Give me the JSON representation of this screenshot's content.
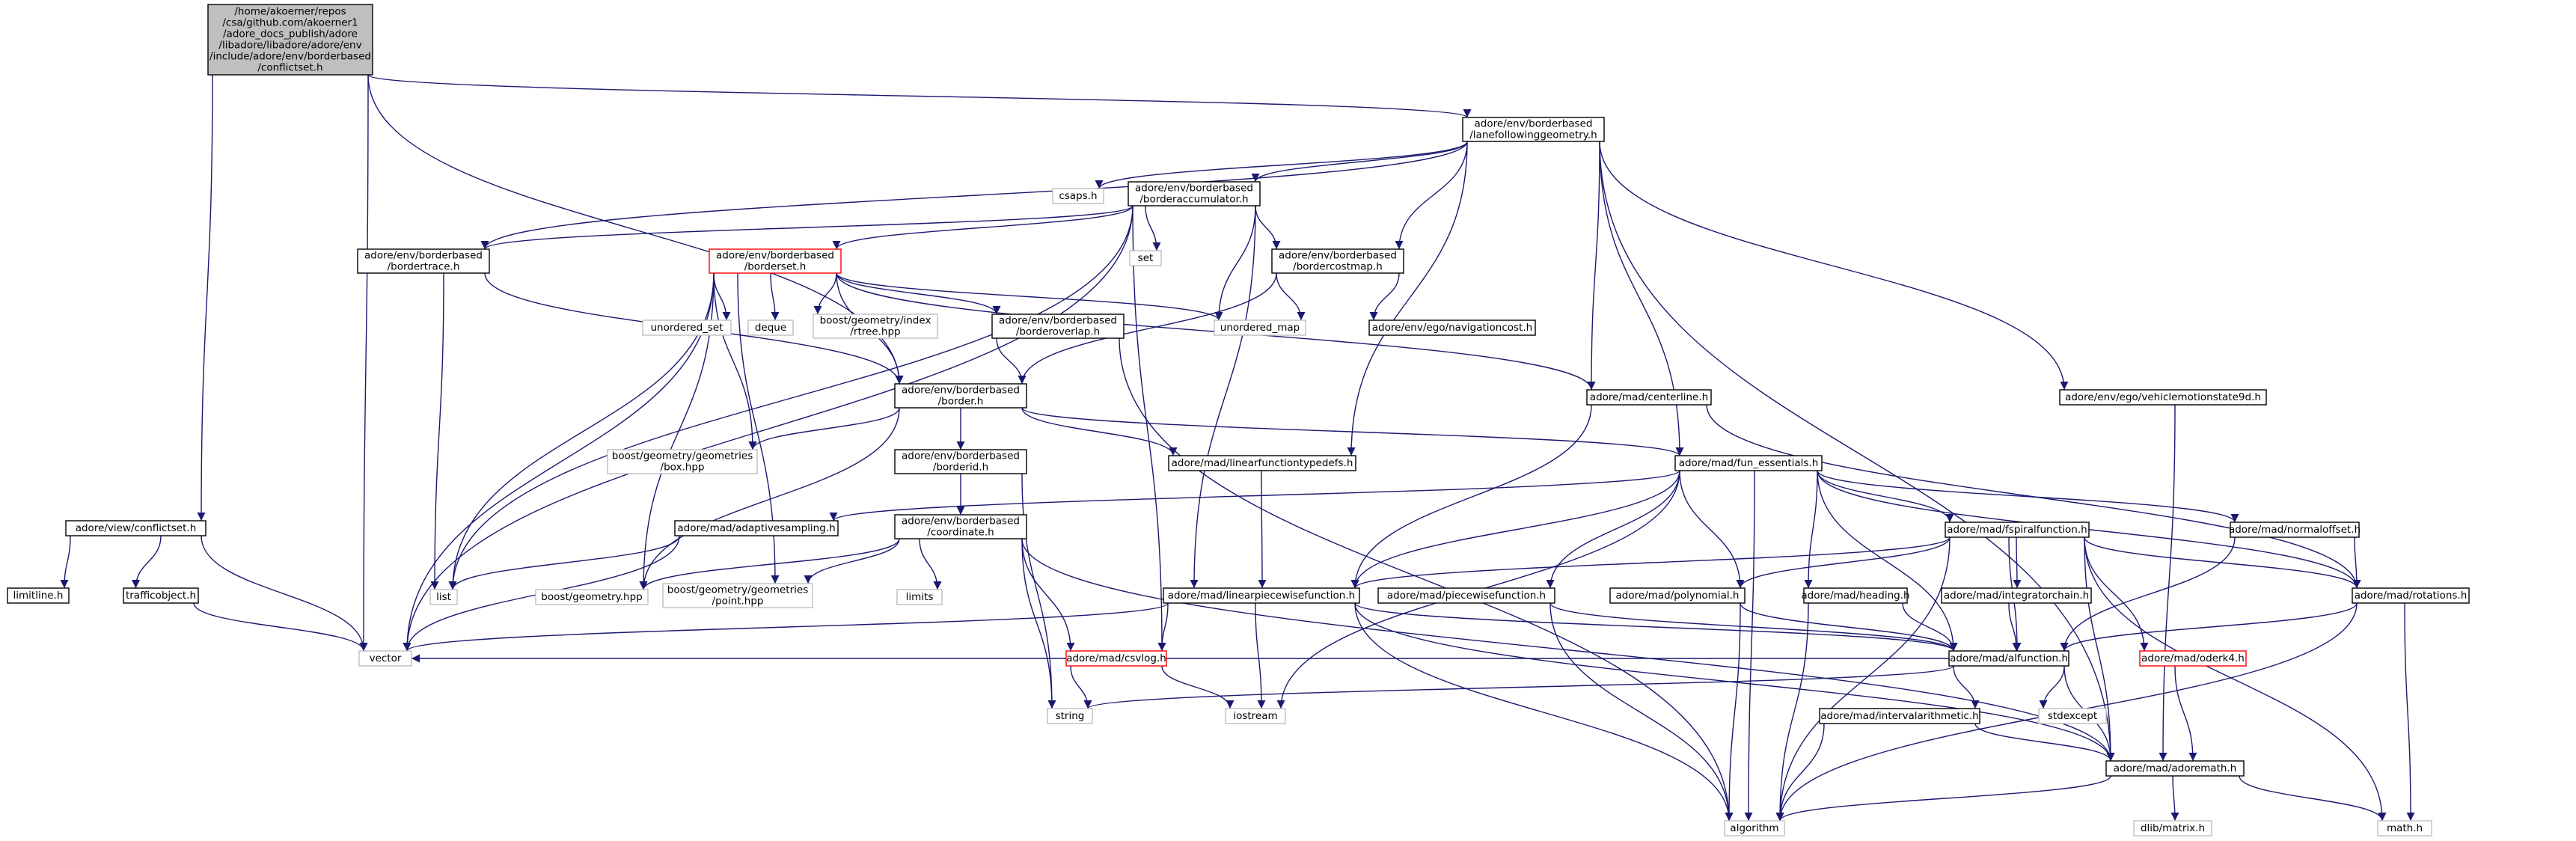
{
  "diagram": {
    "root": {
      "lines": [
        "/home/akoerner/repos",
        "/csa/github.com/akoerner1",
        "/adore_docs_publish/adore",
        "/libadore/libadore/adore/env",
        "/include/adore/env/borderbased",
        "/conflictset.h"
      ]
    },
    "nodes": {
      "lanefollowing": {
        "lines": [
          "adore/env/borderbased",
          "/lanefollowinggeometry.h"
        ]
      },
      "conflictset_view": {
        "lines": [
          "adore/view/conflictset.h"
        ]
      },
      "limitline": {
        "lines": [
          "limitline.h"
        ]
      },
      "trafficobject": {
        "lines": [
          "trafficobject.h"
        ]
      },
      "vector": {
        "lines": [
          "vector"
        ]
      },
      "csaps": {
        "lines": [
          "csaps.h"
        ]
      },
      "borderaccumulator": {
        "lines": [
          "adore/env/borderbased",
          "/borderaccumulator.h"
        ]
      },
      "set": {
        "lines": [
          "set"
        ]
      },
      "bordertrace": {
        "lines": [
          "adore/env/borderbased",
          "/bordertrace.h"
        ]
      },
      "borderset": {
        "lines": [
          "adore/env/borderbased",
          "/borderset.h"
        ]
      },
      "bordercostmap": {
        "lines": [
          "adore/env/borderbased",
          "/bordercostmap.h"
        ]
      },
      "unordered_set": {
        "lines": [
          "unordered_set"
        ]
      },
      "deque": {
        "lines": [
          "deque"
        ]
      },
      "rtree": {
        "lines": [
          "boost/geometry/index",
          "/rtree.hpp"
        ]
      },
      "borderoverlap": {
        "lines": [
          "adore/env/borderbased",
          "/borderoverlap.h"
        ]
      },
      "unordered_map": {
        "lines": [
          "unordered_map"
        ]
      },
      "navigationcost": {
        "lines": [
          "adore/env/ego/navigationcost.h"
        ]
      },
      "border": {
        "lines": [
          "adore/env/borderbased",
          "/border.h"
        ]
      },
      "centerline": {
        "lines": [
          "adore/mad/centerline.h"
        ]
      },
      "vehiclemotionstate": {
        "lines": [
          "adore/env/ego/vehiclemotionstate9d.h"
        ]
      },
      "box": {
        "lines": [
          "boost/geometry/geometries",
          "/box.hpp"
        ]
      },
      "borderid": {
        "lines": [
          "adore/env/borderbased",
          "/borderid.h"
        ]
      },
      "lineartypedefs": {
        "lines": [
          "adore/mad/linearfunctiontypedefs.h"
        ]
      },
      "fun_essentials": {
        "lines": [
          "adore/mad/fun_essentials.h"
        ]
      },
      "list": {
        "lines": [
          "list"
        ]
      },
      "adaptivesampling": {
        "lines": [
          "adore/mad/adaptivesampling.h"
        ]
      },
      "coordinate": {
        "lines": [
          "adore/env/borderbased",
          "/coordinate.h"
        ]
      },
      "boostgeometry": {
        "lines": [
          "boost/geometry.hpp"
        ]
      },
      "point": {
        "lines": [
          "boost/geometry/geometries",
          "/point.hpp"
        ]
      },
      "limits": {
        "lines": [
          "limits"
        ]
      },
      "linearpiecewise": {
        "lines": [
          "adore/mad/linearpiecewisefunction.h"
        ]
      },
      "fspiral": {
        "lines": [
          "adore/mad/fspiralfunction.h"
        ]
      },
      "normaloffset": {
        "lines": [
          "adore/mad/normaloffset.h"
        ]
      },
      "piecewise": {
        "lines": [
          "adore/mad/piecewisefunction.h"
        ]
      },
      "polynomial": {
        "lines": [
          "adore/mad/polynomial.h"
        ]
      },
      "heading": {
        "lines": [
          "adore/mad/heading.h"
        ]
      },
      "integratorchain": {
        "lines": [
          "adore/mad/integratorchain.h"
        ]
      },
      "rotations": {
        "lines": [
          "adore/mad/rotations.h"
        ]
      },
      "csvlog": {
        "lines": [
          "adore/mad/csvlog.h"
        ]
      },
      "alfunction": {
        "lines": [
          "adore/mad/alfunction.h"
        ]
      },
      "oderk4": {
        "lines": [
          "adore/mad/oderk4.h"
        ]
      },
      "string": {
        "lines": [
          "string"
        ]
      },
      "iostream": {
        "lines": [
          "iostream"
        ]
      },
      "stdexcept": {
        "lines": [
          "stdexcept"
        ]
      },
      "intervalarith": {
        "lines": [
          "adore/mad/intervalarithmetic.h"
        ]
      },
      "adoremath": {
        "lines": [
          "adore/mad/adoremath.h"
        ]
      },
      "algorithm": {
        "lines": [
          "algorithm"
        ]
      },
      "dlibmatrix": {
        "lines": [
          "dlib/matrix.h"
        ]
      },
      "mathh": {
        "lines": [
          "math.h"
        ]
      }
    },
    "edges": [
      [
        "root",
        "lanefollowing"
      ],
      [
        "root",
        "conflictset_view"
      ],
      [
        "root",
        "vector"
      ],
      [
        "root",
        "border"
      ],
      [
        "lanefollowing",
        "csaps"
      ],
      [
        "lanefollowing",
        "borderaccumulator"
      ],
      [
        "lanefollowing",
        "bordertrace"
      ],
      [
        "lanefollowing",
        "bordercostmap"
      ],
      [
        "lanefollowing",
        "lineartypedefs"
      ],
      [
        "lanefollowing",
        "centerline"
      ],
      [
        "lanefollowing",
        "fun_essentials"
      ],
      [
        "lanefollowing",
        "vehiclemotionstate"
      ],
      [
        "lanefollowing",
        "adoremath"
      ],
      [
        "conflictset_view",
        "limitline"
      ],
      [
        "conflictset_view",
        "trafficobject"
      ],
      [
        "conflictset_view",
        "vector"
      ],
      [
        "trafficobject",
        "vector"
      ],
      [
        "borderaccumulator",
        "set"
      ],
      [
        "borderaccumulator",
        "bordertrace"
      ],
      [
        "borderaccumulator",
        "borderset"
      ],
      [
        "borderaccumulator",
        "bordercostmap"
      ],
      [
        "borderaccumulator",
        "unordered_map"
      ],
      [
        "borderaccumulator",
        "list"
      ],
      [
        "borderaccumulator",
        "vector"
      ],
      [
        "borderaccumulator",
        "csvlog"
      ],
      [
        "borderaccumulator",
        "linearpiecewise"
      ],
      [
        "bordertrace",
        "border"
      ],
      [
        "bordertrace",
        "list"
      ],
      [
        "borderset",
        "unordered_set"
      ],
      [
        "borderset",
        "deque"
      ],
      [
        "borderset",
        "rtree"
      ],
      [
        "borderset",
        "borderoverlap"
      ],
      [
        "borderset",
        "border"
      ],
      [
        "borderset",
        "unordered_map"
      ],
      [
        "borderset",
        "centerline"
      ],
      [
        "borderset",
        "box"
      ],
      [
        "borderset",
        "list"
      ],
      [
        "borderset",
        "vector"
      ],
      [
        "borderset",
        "boostgeometry"
      ],
      [
        "borderset",
        "point"
      ],
      [
        "bordercostmap",
        "unordered_map"
      ],
      [
        "bordercostmap",
        "navigationcost"
      ],
      [
        "bordercostmap",
        "border"
      ],
      [
        "borderoverlap",
        "border"
      ],
      [
        "borderoverlap",
        "algorithm"
      ],
      [
        "border",
        "box"
      ],
      [
        "border",
        "borderid"
      ],
      [
        "border",
        "lineartypedefs"
      ],
      [
        "border",
        "fun_essentials"
      ],
      [
        "border",
        "boostgeometry"
      ],
      [
        "centerline",
        "linearpiecewise"
      ],
      [
        "centerline",
        "rotations"
      ],
      [
        "vehiclemotionstate",
        "adoremath"
      ],
      [
        "borderid",
        "coordinate"
      ],
      [
        "borderid",
        "string"
      ],
      [
        "lineartypedefs",
        "linearpiecewise"
      ],
      [
        "fun_essentials",
        "adaptivesampling"
      ],
      [
        "fun_essentials",
        "linearpiecewise"
      ],
      [
        "fun_essentials",
        "fspiral"
      ],
      [
        "fun_essentials",
        "normaloffset"
      ],
      [
        "fun_essentials",
        "piecewise"
      ],
      [
        "fun_essentials",
        "polynomial"
      ],
      [
        "fun_essentials",
        "heading"
      ],
      [
        "fun_essentials",
        "alfunction"
      ],
      [
        "fun_essentials",
        "rotations"
      ],
      [
        "fun_essentials",
        "iostream"
      ],
      [
        "fun_essentials",
        "algorithm"
      ],
      [
        "adaptivesampling",
        "list"
      ],
      [
        "adaptivesampling",
        "vector"
      ],
      [
        "coordinate",
        "boostgeometry"
      ],
      [
        "coordinate",
        "point"
      ],
      [
        "coordinate",
        "limits"
      ],
      [
        "coordinate",
        "string"
      ],
      [
        "coordinate",
        "csvlog"
      ],
      [
        "coordinate",
        "adoremath"
      ],
      [
        "linearpiecewise",
        "vector"
      ],
      [
        "linearpiecewise",
        "csvlog"
      ],
      [
        "linearpiecewise",
        "iostream"
      ],
      [
        "linearpiecewise",
        "alfunction"
      ],
      [
        "linearpiecewise",
        "adoremath"
      ],
      [
        "linearpiecewise",
        "algorithm"
      ],
      [
        "fspiral",
        "linearpiecewise"
      ],
      [
        "fspiral",
        "polynomial"
      ],
      [
        "fspiral",
        "integratorchain"
      ],
      [
        "fspiral",
        "rotations"
      ],
      [
        "fspiral",
        "alfunction"
      ],
      [
        "fspiral",
        "oderk4"
      ],
      [
        "fspiral",
        "adoremath"
      ],
      [
        "fspiral",
        "algorithm"
      ],
      [
        "fspiral",
        "mathh"
      ],
      [
        "normaloffset",
        "alfunction"
      ],
      [
        "normaloffset",
        "rotations"
      ],
      [
        "piecewise",
        "alfunction"
      ],
      [
        "piecewise",
        "algorithm"
      ],
      [
        "polynomial",
        "alfunction"
      ],
      [
        "polynomial",
        "algorithm"
      ],
      [
        "heading",
        "alfunction"
      ],
      [
        "heading",
        "algorithm"
      ],
      [
        "integratorchain",
        "alfunction"
      ],
      [
        "rotations",
        "alfunction"
      ],
      [
        "rotations",
        "algorithm"
      ],
      [
        "rotations",
        "mathh"
      ],
      [
        "csvlog",
        "string"
      ],
      [
        "csvlog",
        "iostream"
      ],
      [
        "alfunction",
        "vector"
      ],
      [
        "alfunction",
        "string"
      ],
      [
        "alfunction",
        "stdexcept"
      ],
      [
        "alfunction",
        "intervalarith"
      ],
      [
        "alfunction",
        "adoremath"
      ],
      [
        "oderk4",
        "adoremath"
      ],
      [
        "intervalarith",
        "adoremath"
      ],
      [
        "intervalarith",
        "algorithm"
      ],
      [
        "adoremath",
        "algorithm"
      ],
      [
        "adoremath",
        "dlibmatrix"
      ],
      [
        "adoremath",
        "mathh"
      ]
    ]
  }
}
